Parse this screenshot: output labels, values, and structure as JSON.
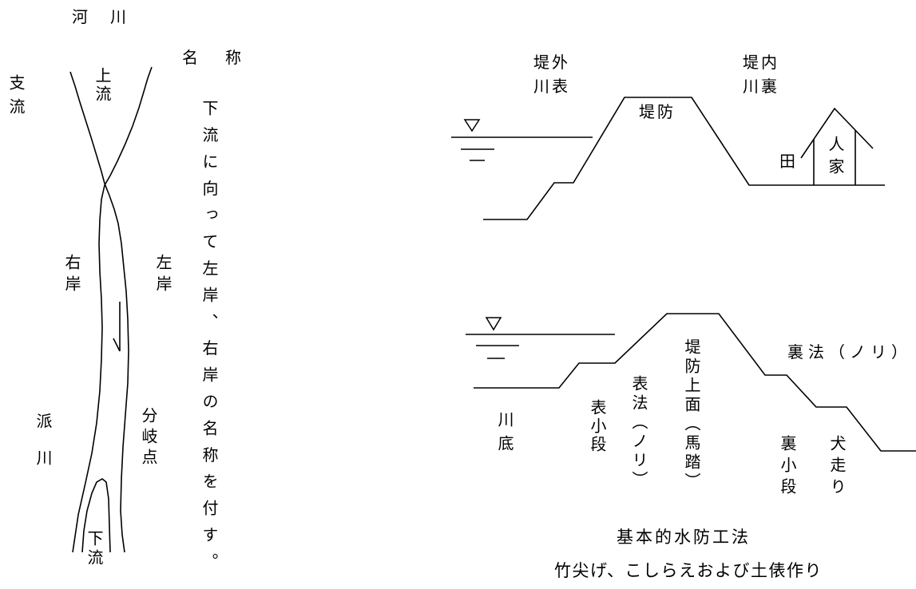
{
  "river_diagram": {
    "title": "河　川",
    "subtitle": "名　称",
    "tributary": "支流",
    "upstream": "上流",
    "note": "下流に向って左岸、右岸の名称を付す。",
    "right_bank": "右岸",
    "left_bank": "左岸",
    "distributary": "派　川",
    "bifurcation_point": "分岐点",
    "downstream": "下流"
  },
  "levee_profile": {
    "outside": "堤外",
    "river_front": "川表",
    "inside": "堤内",
    "river_back": "川裏",
    "levee": "堤防",
    "field": "田",
    "house": "人家"
  },
  "levee_section": {
    "back_slope": "裏法（ノリ）",
    "crown": "堤防上面（馬踏）",
    "front_slope": "表法（ノリ）",
    "front_berm": "表小段",
    "riverbed": "川底",
    "back_berm": "裏小段",
    "toe_path": "犬走り"
  },
  "caption": {
    "title": "基本的水防工法",
    "subtitle": "竹尖げ、こしらえおよび土俵作り"
  },
  "colors": {
    "ink": "#000000",
    "background": "#ffffff"
  }
}
